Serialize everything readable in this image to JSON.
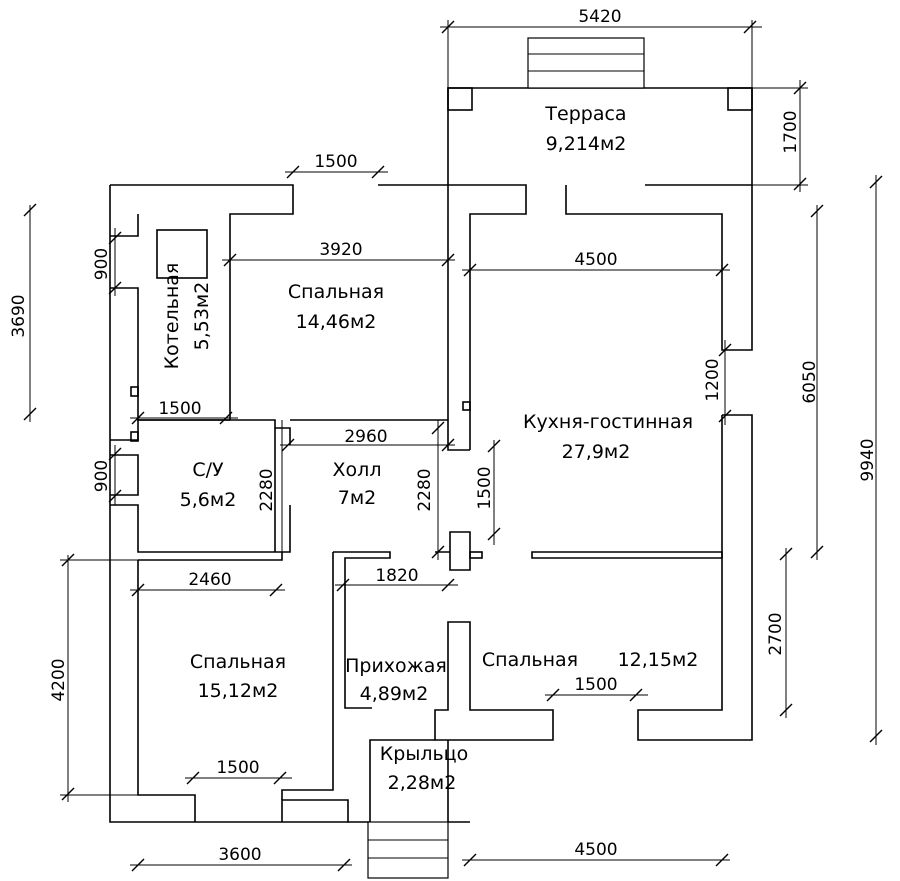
{
  "rooms": {
    "terrace": {
      "name": "Терраса",
      "area": "9,214м2"
    },
    "bedroom1": {
      "name": "Спальная",
      "area": "14,46м2"
    },
    "boiler": {
      "name": "Котельная",
      "area": "5,53м2"
    },
    "kitchen": {
      "name": "Кухня-гостинная",
      "area": "27,9м2"
    },
    "bathroom": {
      "name": "С/У",
      "area": "5,6м2"
    },
    "hall": {
      "name": "Холл",
      "area": "7м2"
    },
    "bedroom2": {
      "name": "Спальная",
      "area": "15,12м2"
    },
    "entry": {
      "name": "Прихожая",
      "area": "4,89м2"
    },
    "bedroom3": {
      "name": "Спальная",
      "area": "12,15м2"
    },
    "porch": {
      "name": "Крыльцо",
      "area": "2,28м2"
    }
  },
  "dims": {
    "terrace_width": "5420",
    "terrace_depth": "1700",
    "door_top": "1500",
    "bed1_width": "3920",
    "kitchen_width": "4500",
    "left_top": "3690",
    "left_900a": "900",
    "right_6050": "6050",
    "total_9940": "9940",
    "right_1200": "1200",
    "boiler_1500": "1500",
    "hall_2960": "2960",
    "bath_2280": "2280",
    "left_900b": "900",
    "hall_2280": "2280",
    "opening_1500": "1500",
    "bath_2460": "2460",
    "hall_1820": "1820",
    "right_2700": "2700",
    "left_4200": "4200",
    "bed3_1500": "1500",
    "bed2_1500": "1500",
    "bottom_3600": "3600",
    "bottom_4500": "4500"
  }
}
